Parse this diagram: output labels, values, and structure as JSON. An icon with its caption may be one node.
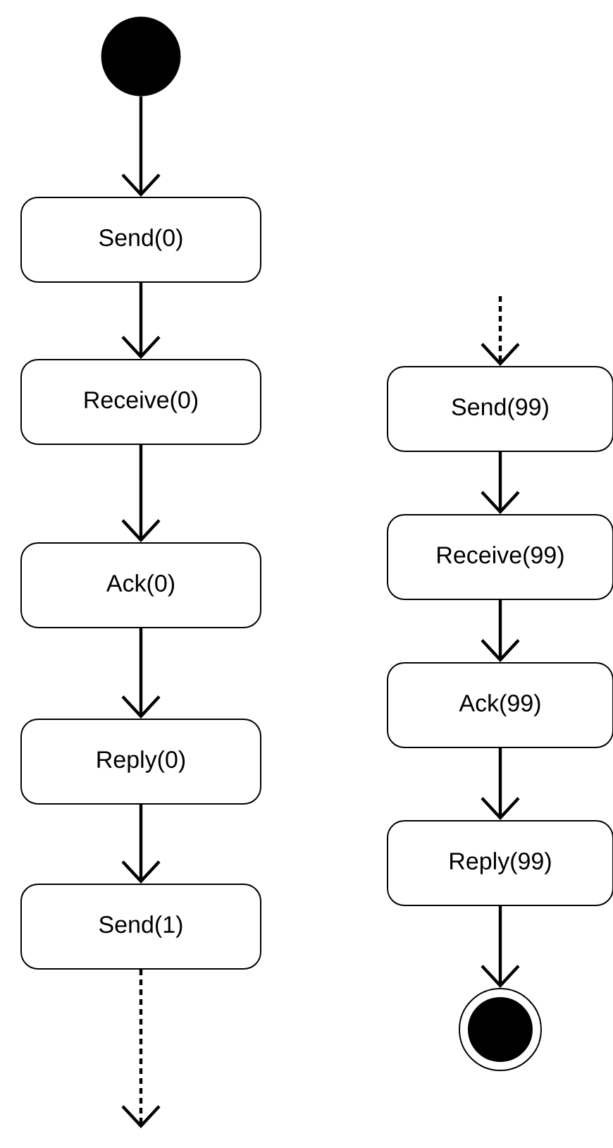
{
  "diagram": {
    "nodes": [
      {
        "text": [],
        "shape": "circle"
      },
      {
        "text": [
          "Send(0)"
        ]
      },
      {
        "text": [
          "Receive(0)"
        ]
      },
      {
        "text": [
          "Ack(0)"
        ]
      },
      {
        "text": [
          "Reply(0)"
        ]
      },
      {
        "text": [
          "Send(1)"
        ]
      },
      {
        "text": [
          "Send(99)"
        ]
      },
      {
        "text": [
          "Receive(99)"
        ]
      },
      {
        "text": [
          "Ack(99)"
        ]
      },
      {
        "text": [
          "Reply(99)"
        ]
      },
      {
        "text": [],
        "shape": "bullseye"
      }
    ],
    "edges": [
      {
        "from": 0,
        "to": 1,
        "arrow": "to"
      },
      {
        "from": 1,
        "to": 2,
        "arrow": "to"
      },
      {
        "from": 2,
        "to": 3,
        "arrow": "to"
      },
      {
        "from": 3,
        "to": 4,
        "arrow": "to"
      },
      {
        "from": 4,
        "to": 5,
        "arrow": "to"
      },
      {
        "from": 5,
        "to": null,
        "arrow": "to",
        "style": "dashed"
      },
      {
        "from": null,
        "to": 6,
        "arrow": "to",
        "style": "dashed"
      },
      {
        "from": 6,
        "to": 7,
        "arrow": "to"
      },
      {
        "from": 7,
        "to": 8,
        "arrow": "to"
      },
      {
        "from": 8,
        "to": 9,
        "arrow": "to"
      },
      {
        "from": 9,
        "to": 10,
        "arrow": "to"
      }
    ]
  }
}
